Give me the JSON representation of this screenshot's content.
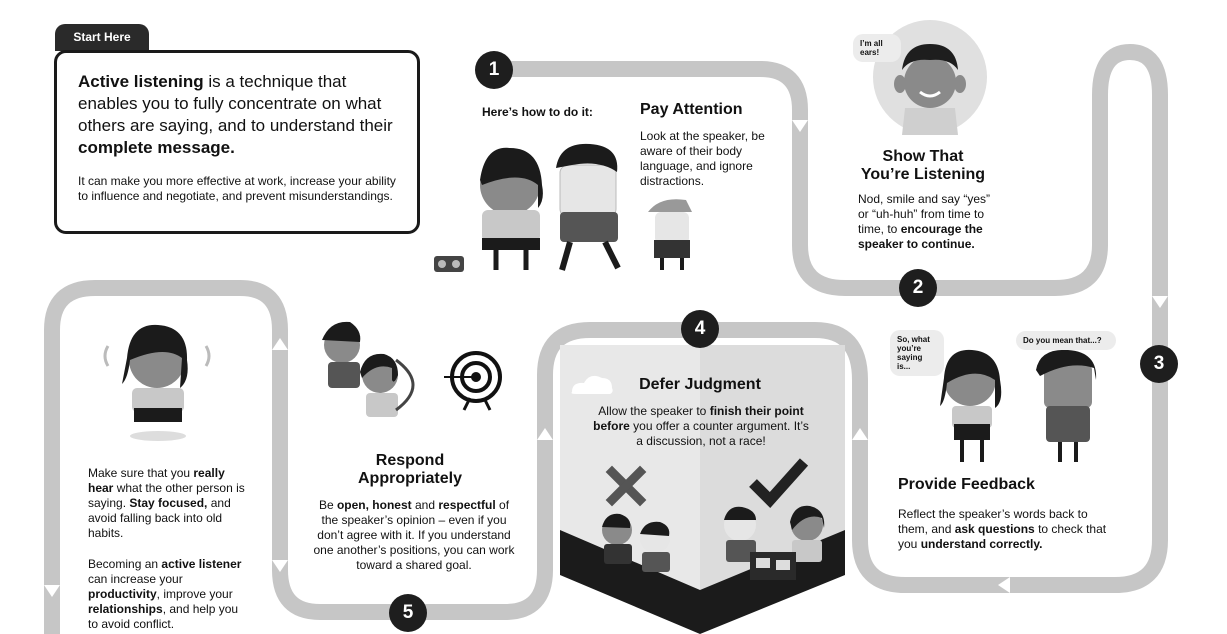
{
  "start_tab": "Start Here",
  "intro": {
    "heading_bold_1": "Active listening",
    "heading_mid": " is a technique that enables you to fully concentrate on what others are saying, and to understand their ",
    "heading_bold_2": "complete message.",
    "para": "It can make you more effective at work, increase your ability to influence and negotiate, and prevent misunderstandings."
  },
  "how_to": "Here’s how to do it:",
  "step1": {
    "num": "1",
    "title": "Pay Attention",
    "body": "Look at the speaker, be aware of their body language, and ignore distractions."
  },
  "step2": {
    "num": "2",
    "title": "Show That You’re Listening",
    "bubble": "I’m all ears!",
    "body_a": "Nod, smile and say “yes” or “uh-huh” from time to time, to ",
    "body_b": "encourage the speaker to continue."
  },
  "step3": {
    "num": "3",
    "title": "Provide Feedback",
    "bubble_left": "So, what you’re saying is...",
    "bubble_right": "Do you mean that...?",
    "body_a": "Reflect the speaker’s words back to them, and ",
    "body_b": "ask questions",
    "body_c": " to check that you ",
    "body_d": "understand correctly."
  },
  "step4": {
    "num": "4",
    "title": "Defer Judgment",
    "body_a": "Allow the speaker to ",
    "body_b": "finish their point before",
    "body_c": " you offer a counter argument. It’s a discussion, not a race!"
  },
  "step5": {
    "num": "5",
    "title": "Respond Appropriately",
    "body_a": "Be ",
    "body_b": "open, honest",
    "body_c": " and ",
    "body_d": "respectful",
    "body_e": " of the speaker’s opinion – even if you don’t agree with it. If you understand one another’s positions, you can work toward a shared goal."
  },
  "left_panel": {
    "p1_a": "Make sure that you ",
    "p1_b": "really hear",
    "p1_c": " what the other person is saying. ",
    "p1_d": "Stay focused,",
    "p1_e": " and avoid falling back into old habits.",
    "p2_a": "Becoming an ",
    "p2_b": "active listener",
    "p2_c": " can increase your ",
    "p2_d": "productivity",
    "p2_e": ", improve your ",
    "p2_f": "relationships",
    "p2_g": ", and help you to avoid conflict."
  },
  "colors": {
    "path": "#c4c4c4",
    "dark": "#1e1e1e",
    "panel": "#e6e6e6",
    "skin": "#8a8a8a"
  }
}
